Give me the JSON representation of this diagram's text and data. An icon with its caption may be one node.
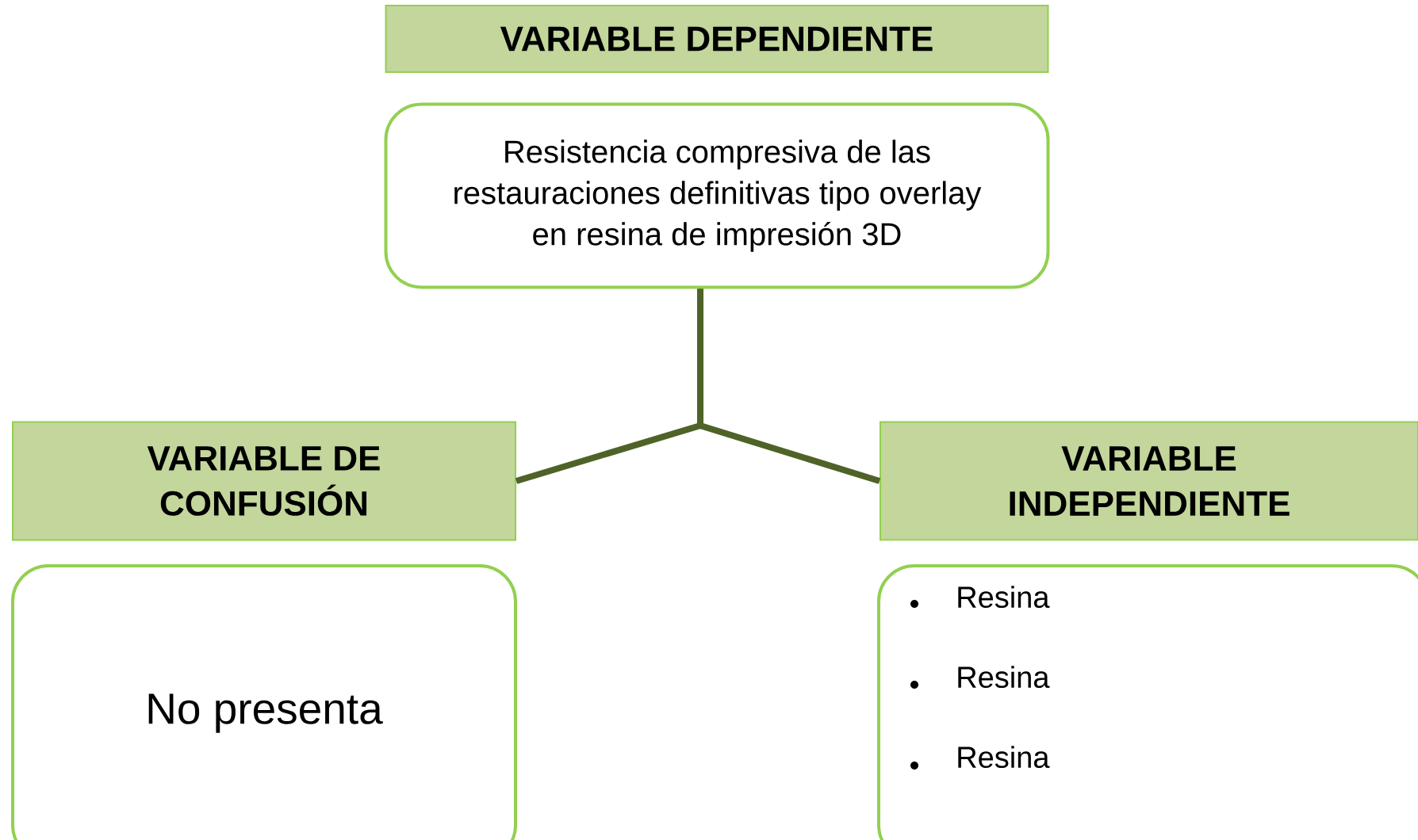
{
  "diagram": {
    "nodes": [
      {
        "text": [
          "VARIABLE DEPENDIENTE"
        ]
      },
      {
        "text": [
          "Resistencia compresiva de las restauraciones definitivas tipo overlay en resina de impresión 3D"
        ]
      },
      {
        "text": [
          "VARIABLE DE CONFUSIÓN"
        ]
      },
      {
        "text": [
          "No presenta"
        ]
      },
      {
        "text": [
          "VARIABLE INDEPENDIENTE"
        ]
      },
      {
        "text": [
          "Resina",
          "Resina",
          "Resina"
        ]
      }
    ],
    "edges": [
      {
        "from": 1,
        "to": 2,
        "arrow": "none"
      },
      {
        "from": 1,
        "to": 4,
        "arrow": "none"
      }
    ]
  }
}
